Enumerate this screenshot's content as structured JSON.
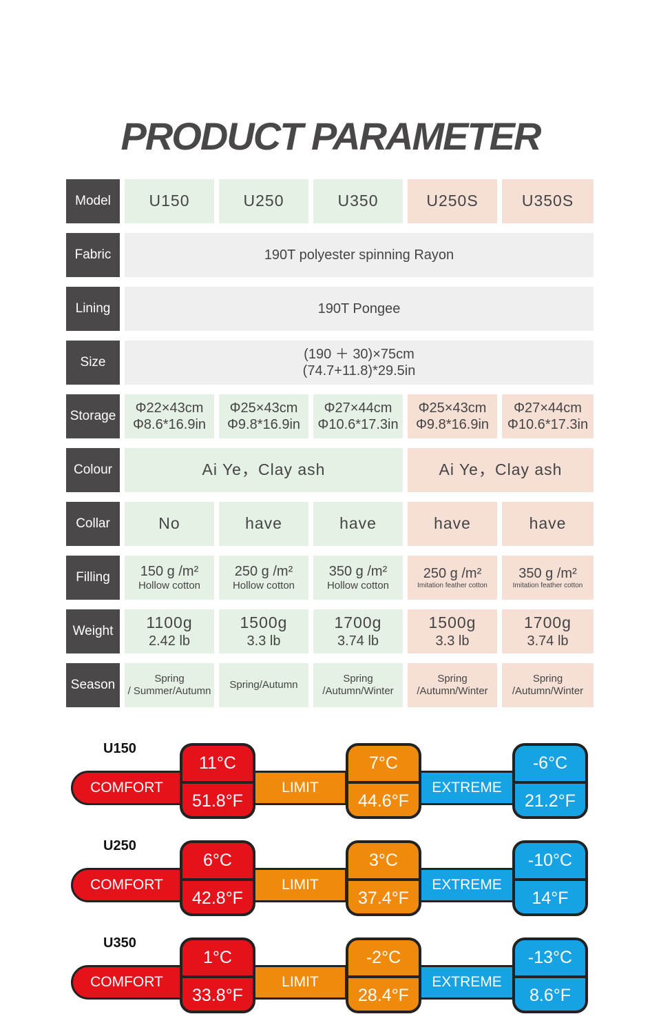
{
  "title": "PRODUCT PARAMETER",
  "colors": {
    "comfort": "#e3121b",
    "limit": "#ef8a0c",
    "extreme": "#17a2e3"
  },
  "rows": [
    {
      "label": "Model",
      "cells": [
        {
          "lines": [
            "U150"
          ],
          "span": 1,
          "tone": "g"
        },
        {
          "lines": [
            "U250"
          ],
          "span": 1,
          "tone": "g"
        },
        {
          "lines": [
            "U350"
          ],
          "span": 1,
          "tone": "g"
        },
        {
          "lines": [
            "U250S"
          ],
          "span": 1,
          "tone": "p"
        },
        {
          "lines": [
            "U350S"
          ],
          "span": 1,
          "tone": "p"
        }
      ]
    },
    {
      "label": "Fabric",
      "cells": [
        {
          "lines": [
            "190T polyester spinning Rayon"
          ],
          "span": 5,
          "tone": "n"
        }
      ]
    },
    {
      "label": "Lining",
      "cells": [
        {
          "lines": [
            "190T Pongee"
          ],
          "span": 5,
          "tone": "n"
        }
      ]
    },
    {
      "label": "Size",
      "cells": [
        {
          "lines": [
            "(190 ＋ 30)×75cm",
            "(74.7+11.8)*29.5in"
          ],
          "span": 5,
          "tone": "n"
        }
      ]
    },
    {
      "label": "Storage",
      "cells": [
        {
          "lines": [
            "Φ22×43cm",
            "Φ8.6*16.9in"
          ],
          "span": 1,
          "tone": "g"
        },
        {
          "lines": [
            "Φ25×43cm",
            "Φ9.8*16.9in"
          ],
          "span": 1,
          "tone": "g"
        },
        {
          "lines": [
            "Φ27×44cm",
            "Φ10.6*17.3in"
          ],
          "span": 1,
          "tone": "g"
        },
        {
          "lines": [
            "Φ25×43cm",
            "Φ9.8*16.9in"
          ],
          "span": 1,
          "tone": "p"
        },
        {
          "lines": [
            "Φ27×44cm",
            "Φ10.6*17.3in"
          ],
          "span": 1,
          "tone": "p"
        }
      ]
    },
    {
      "label": "Colour",
      "cells": [
        {
          "lines": [
            "Ai Ye，Clay ash"
          ],
          "span": 3,
          "tone": "g"
        },
        {
          "lines": [
            "Ai Ye，Clay ash"
          ],
          "span": 2,
          "tone": "p"
        }
      ]
    },
    {
      "label": "Collar",
      "cells": [
        {
          "lines": [
            "No"
          ],
          "span": 1,
          "tone": "g"
        },
        {
          "lines": [
            "have"
          ],
          "span": 1,
          "tone": "g"
        },
        {
          "lines": [
            "have"
          ],
          "span": 1,
          "tone": "g"
        },
        {
          "lines": [
            "have"
          ],
          "span": 1,
          "tone": "p"
        },
        {
          "lines": [
            "have"
          ],
          "span": 1,
          "tone": "p"
        }
      ]
    },
    {
      "label": "Filling",
      "cells": [
        {
          "lines": [
            "150 g /m²",
            "Hollow cotton"
          ],
          "span": 1,
          "tone": "g"
        },
        {
          "lines": [
            "250 g /m²",
            "Hollow cotton"
          ],
          "span": 1,
          "tone": "g"
        },
        {
          "lines": [
            "350 g /m²",
            "Hollow cotton"
          ],
          "span": 1,
          "tone": "g"
        },
        {
          "lines": [
            "250 g /m²",
            "Imitation feather cotton"
          ],
          "span": 1,
          "tone": "p"
        },
        {
          "lines": [
            "350 g /m²",
            "Imitation feather cotton"
          ],
          "span": 1,
          "tone": "p"
        }
      ]
    },
    {
      "label": "Weight",
      "cells": [
        {
          "lines": [
            "1100g",
            "2.42 lb"
          ],
          "span": 1,
          "tone": "g"
        },
        {
          "lines": [
            "1500g",
            "3.3 lb"
          ],
          "span": 1,
          "tone": "g"
        },
        {
          "lines": [
            "1700g",
            "3.74 lb"
          ],
          "span": 1,
          "tone": "g"
        },
        {
          "lines": [
            "1500g",
            "3.3 lb"
          ],
          "span": 1,
          "tone": "p"
        },
        {
          "lines": [
            "1700g",
            "3.74 lb"
          ],
          "span": 1,
          "tone": "p"
        }
      ]
    },
    {
      "label": "Season",
      "cells": [
        {
          "lines": [
            "Spring",
            "/ Summer/Autumn"
          ],
          "span": 1,
          "tone": "g"
        },
        {
          "lines": [
            "Spring/Autumn"
          ],
          "span": 1,
          "tone": "g"
        },
        {
          "lines": [
            "Spring",
            "/Autumn/Winter"
          ],
          "span": 1,
          "tone": "g"
        },
        {
          "lines": [
            "Spring",
            "/Autumn/Winter"
          ],
          "span": 1,
          "tone": "p"
        },
        {
          "lines": [
            "Spring",
            "/Autumn/Winter"
          ],
          "span": 1,
          "tone": "p"
        }
      ]
    }
  ],
  "band_labels": {
    "comfort": "COMFORT",
    "limit": "LIMIT",
    "extreme": "EXTREME"
  },
  "temps": [
    {
      "model": "U150",
      "comfort": [
        "11°C",
        "51.8°F"
      ],
      "limit": [
        "7°C",
        "44.6°F"
      ],
      "extreme": [
        "-6°C",
        "21.2°F"
      ]
    },
    {
      "model": "U250",
      "comfort": [
        "6°C",
        "42.8°F"
      ],
      "limit": [
        "3°C",
        "37.4°F"
      ],
      "extreme": [
        "-10°C",
        "14°F"
      ]
    },
    {
      "model": "U350",
      "comfort": [
        "1°C",
        "33.8°F"
      ],
      "limit": [
        "-2°C",
        "28.4°F"
      ],
      "extreme": [
        "-13°C",
        "8.6°F"
      ]
    }
  ]
}
